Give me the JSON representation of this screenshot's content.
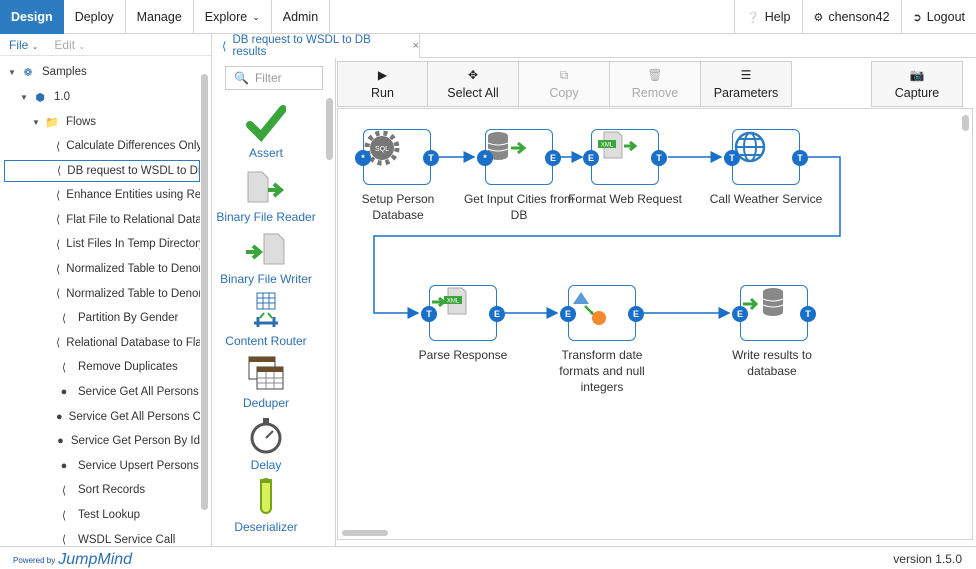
{
  "topbar": {
    "nav": [
      "Design",
      "Deploy",
      "Manage",
      "Explore",
      "Admin"
    ],
    "help_label": "Help",
    "user_label": "chenson42",
    "logout_label": "Logout"
  },
  "explorer": {
    "file_menu": "File",
    "edit_menu": "Edit",
    "root": "Samples",
    "version": "1.0",
    "folder": "Flows",
    "flows": [
      "Calculate Differences Only",
      "DB request to WSDL to DB results",
      "Enhance Entities using Ref",
      "Flat File to Relational Data",
      "List Files In Temp Directory",
      "Normalized Table to Denormalized",
      "Normalized Table to Denormalized",
      "Partition By Gender",
      "Relational Database to Flat",
      "Remove Duplicates",
      "Service Get All Persons",
      "Service Get All Persons Csv",
      "Service Get Person By Id",
      "Service Upsert Persons",
      "Sort Records",
      "Test Lookup",
      "WSDL Service Call"
    ]
  },
  "editor": {
    "tab_title": "DB request to WSDL to DB results",
    "tab_close": "×"
  },
  "palette": {
    "filter_placeholder": "Filter",
    "items": [
      "Assert",
      "Binary File Reader",
      "Binary File Writer",
      "Content Router",
      "Deduper",
      "Delay",
      "Deserializer"
    ]
  },
  "toolbar": {
    "buttons": [
      "Run",
      "Select All",
      "Copy",
      "Remove",
      "Parameters",
      "Capture"
    ]
  },
  "flow": {
    "nodes": [
      {
        "label": "Setup Person Database",
        "in": "*",
        "out": "T"
      },
      {
        "label": "Get Input Cities from DB",
        "in": "*",
        "out": "E"
      },
      {
        "label": "Format Web Request",
        "in": "E",
        "out": "T"
      },
      {
        "label": "Call Weather Service",
        "in": "T",
        "out": "T"
      },
      {
        "label": "Parse Response",
        "in": "T",
        "out": "E"
      },
      {
        "label": "Transform date formats and null integers",
        "in": "E",
        "out": "E"
      },
      {
        "label": "Write results to database",
        "in": "E",
        "out": "T"
      }
    ]
  },
  "footer": {
    "powered_by": "Powered by",
    "brand": "JumpMind",
    "version": "version 1.5.0"
  },
  "colors": {
    "accent": "#2d7cc2",
    "port": "#1a6fc9",
    "link": "#2d6fb1"
  }
}
